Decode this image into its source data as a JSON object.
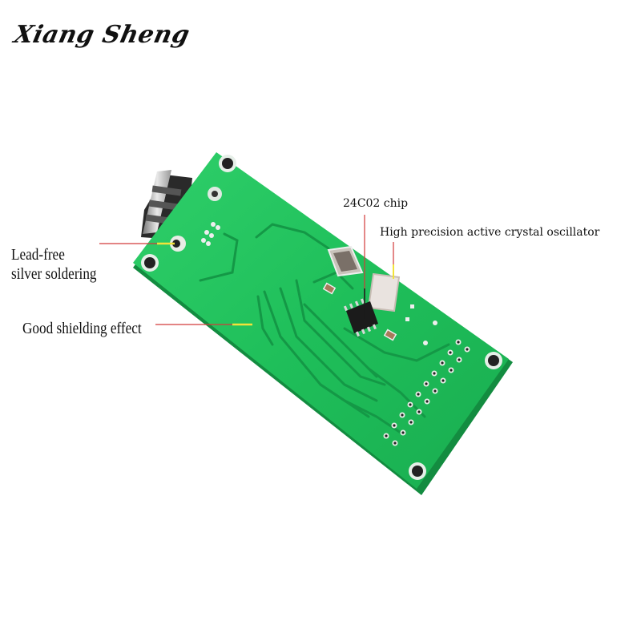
{
  "brand": {
    "text": "Xiang Sheng"
  },
  "callouts": [
    {
      "id": "lead",
      "lines": [
        "Lead-free",
        "silver soldering"
      ]
    },
    {
      "id": "shield",
      "text": "Good shielding effect"
    },
    {
      "id": "chip",
      "text": "24C02 chip"
    },
    {
      "id": "osc",
      "text": "High precision active crystal oscillator"
    }
  ],
  "colors": {
    "pcb": "#1fbf5a",
    "pcb_edge": "#15a04a",
    "trace": "#179a48",
    "callout_line": "#d23a3a",
    "callout_glow": "#f2e23a"
  },
  "icons": {
    "pcb_board": "pcb-board-icon",
    "usb_port": "usb-port-icon",
    "eeprom_chip": "eeprom-chip-icon",
    "crystal_oscillator": "crystal-oscillator-icon"
  }
}
